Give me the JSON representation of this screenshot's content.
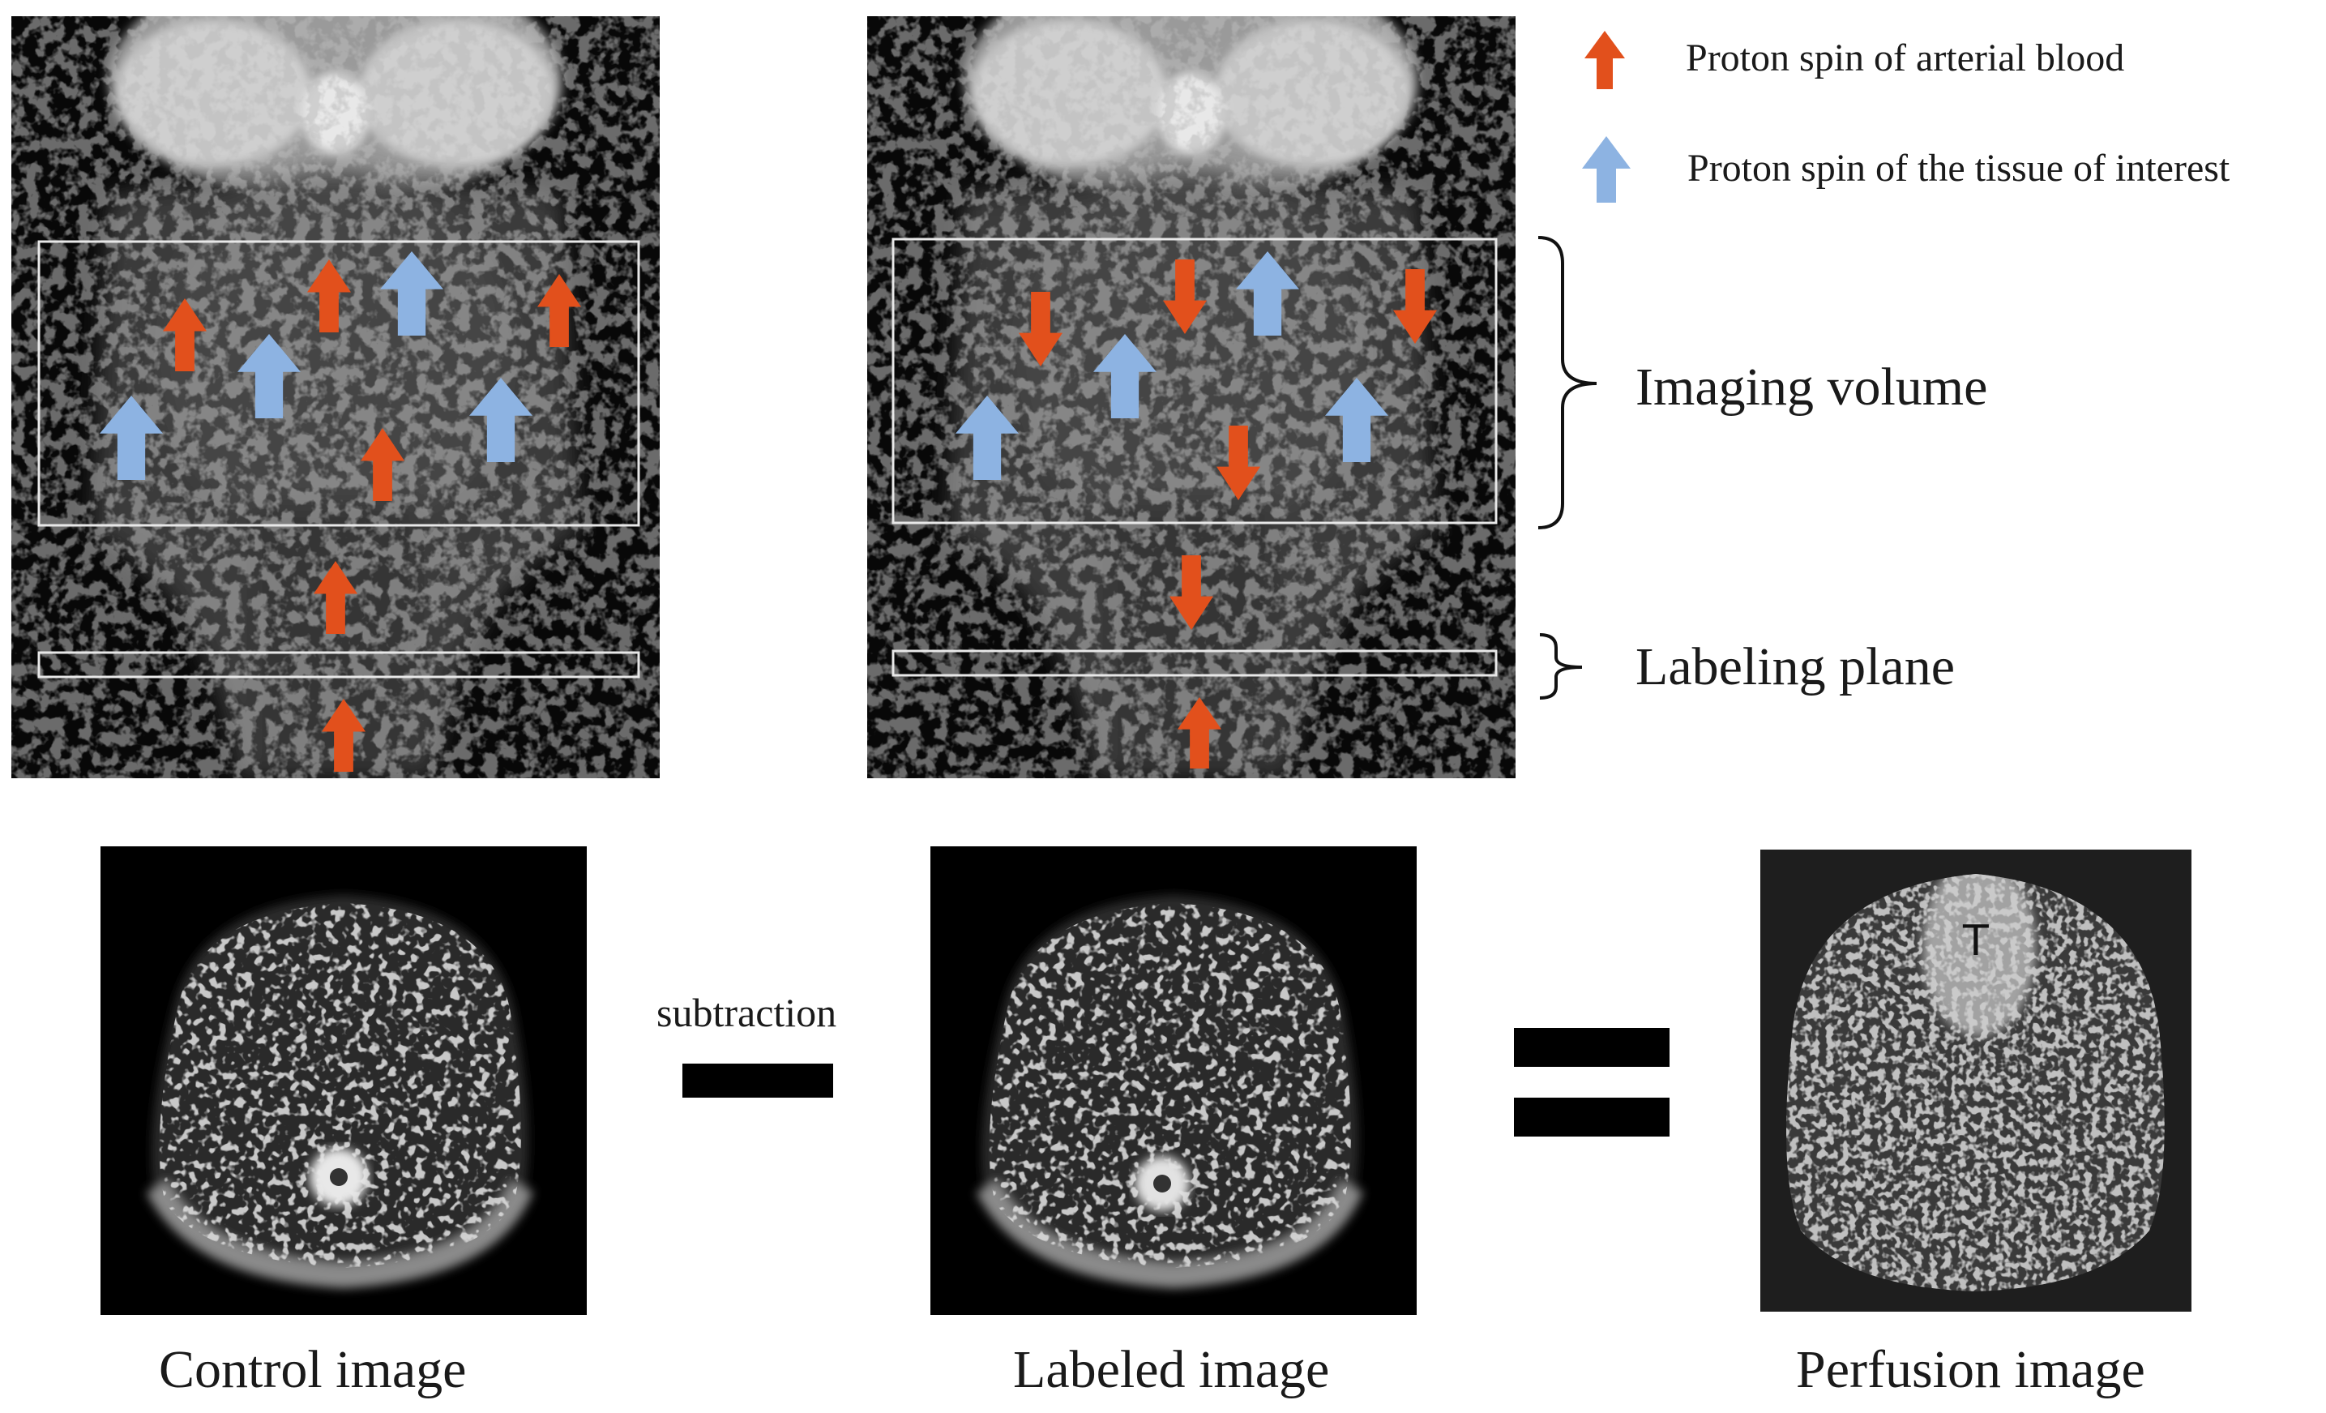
{
  "legend": {
    "arterial": {
      "label": "Proton spin of arterial  blood",
      "color": "#e2501c"
    },
    "tissue": {
      "label": "Proton spin of the tissue of interest",
      "color": "#8db3e2"
    }
  },
  "brackets": {
    "imaging_volume": "Imaging  volume",
    "labeling_plane": "Labeling plane"
  },
  "operators": {
    "subtraction": "subtraction"
  },
  "captions": {
    "control": "Control image",
    "labeled": "Labeled image",
    "perfusion": "Perfusion image"
  },
  "panels": {
    "control_mri": {
      "arterial_direction": "up"
    },
    "labeled_mri": {
      "arterial_direction": "down"
    }
  }
}
